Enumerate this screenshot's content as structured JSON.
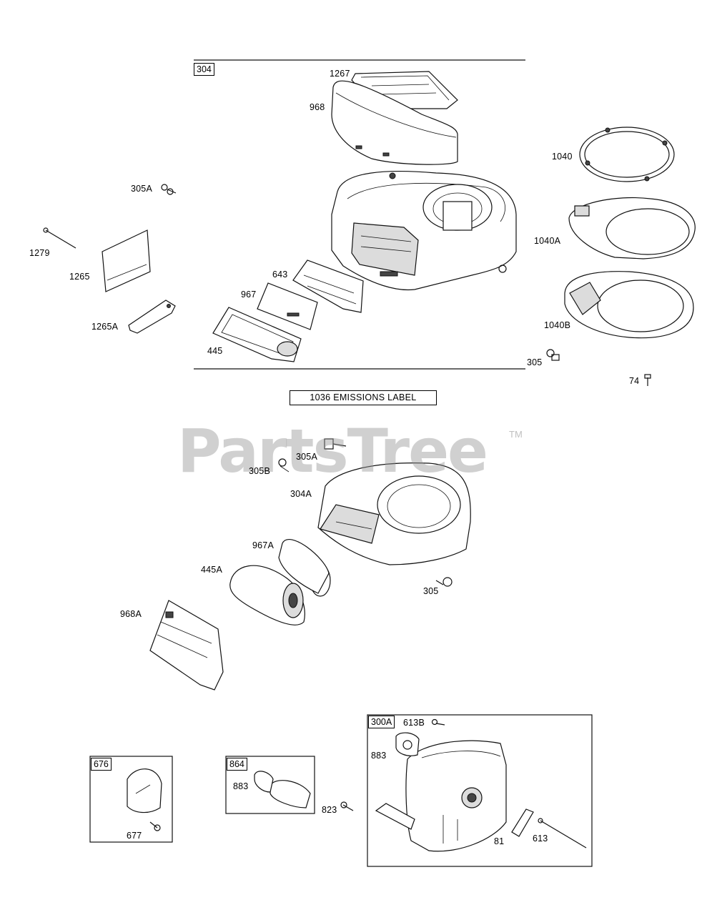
{
  "brand": {
    "watermark": "PartsTree",
    "trademark": "TM"
  },
  "emissions_label": "1036 EMISSIONS LABEL",
  "boxes": {
    "group_304": "304",
    "group_676": "676",
    "group_864": "864",
    "group_300A": "300A"
  },
  "labels": {
    "l1267": "1267",
    "l968": "968",
    "l1040": "1040",
    "l305A_top": "305A",
    "l1279": "1279",
    "l1265": "1265",
    "l1265A": "1265A",
    "l643": "643",
    "l967": "967",
    "l445": "445",
    "l1040A": "1040A",
    "l1040B": "1040B",
    "l305_top": "305",
    "l74": "74",
    "l305A_mid": "305A",
    "l305B": "305B",
    "l304A": "304A",
    "l967A": "967A",
    "l445A": "445A",
    "l305_mid": "305",
    "l968A": "968A",
    "l677": "677",
    "l883_864": "883",
    "l823": "823",
    "l613B": "613B",
    "l883_300A": "883",
    "l81": "81",
    "l613": "613"
  }
}
